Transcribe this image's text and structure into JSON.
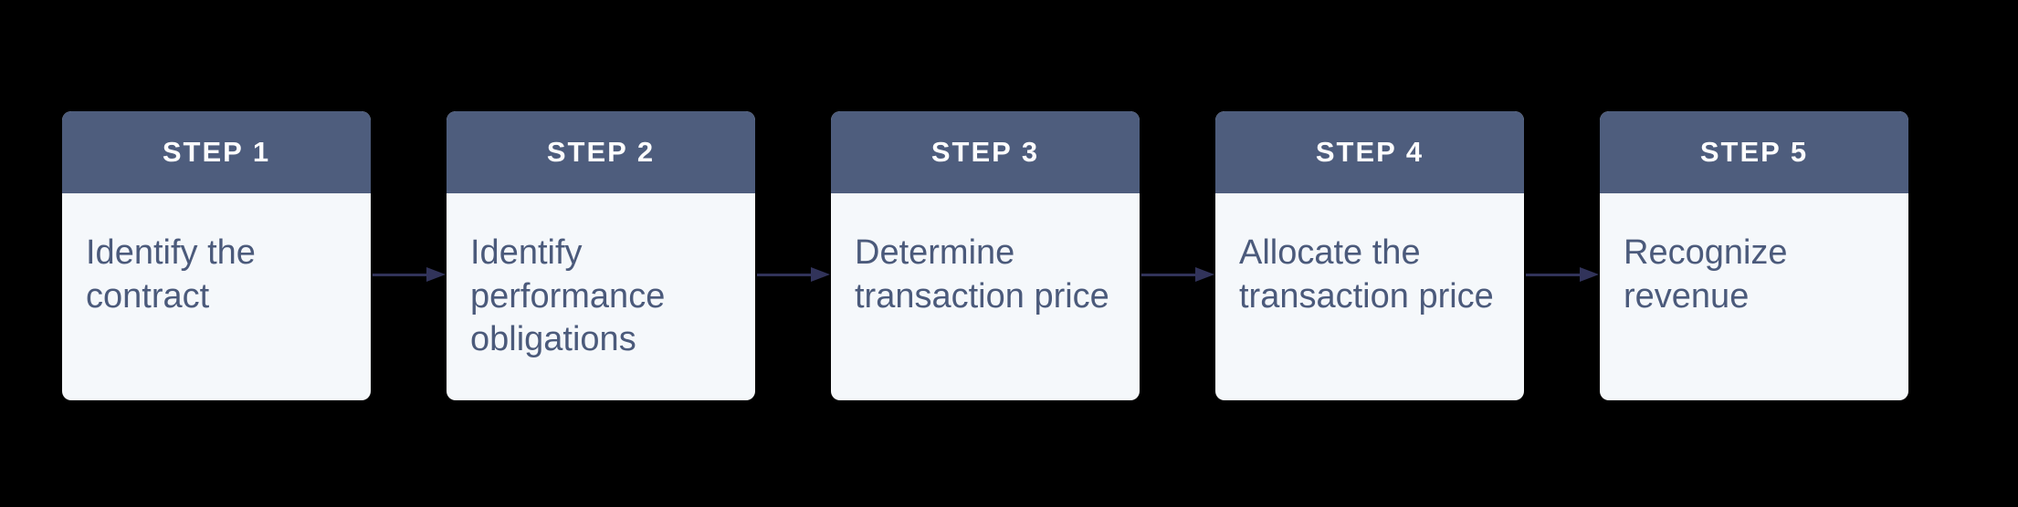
{
  "colors": {
    "page_background": "#000000",
    "step_header_background": "#4e5d7d",
    "step_body_background": "#f5f8fb",
    "step_header_text": "#fdfdfe",
    "step_body_text": "#4b5a7b",
    "arrow": "#31335a"
  },
  "flow": {
    "direction": "left-to-right",
    "connector_icon": "right-arrow-icon",
    "steps": [
      {
        "label": "STEP 1",
        "description": "Identify the contract"
      },
      {
        "label": "STEP 2",
        "description": "Identify performance obligations"
      },
      {
        "label": "STEP 3",
        "description": "Determine transaction price"
      },
      {
        "label": "STEP 4",
        "description": "Allocate the transaction price"
      },
      {
        "label": "STEP 5",
        "description": "Recognize revenue"
      }
    ]
  }
}
